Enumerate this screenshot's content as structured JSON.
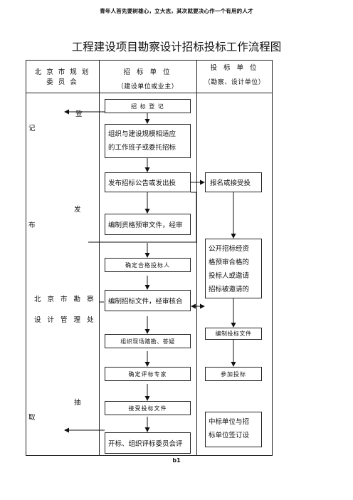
{
  "motto": "青年人首先要树雄心，立大志，其次就要决心作一个有用的人才",
  "title": "工程建设项目勘察设计招标投标工作流程图",
  "columns": {
    "left": "北 京 市 规 划\n委 员 会",
    "middle": "招 标 单 位",
    "middle_sub": "（建设单位或业主）",
    "right": "投 标 单 位",
    "right_sub": "（勘察、设计单位）"
  },
  "left_labels": {
    "register_a": "登",
    "register_b": "记",
    "publish_a": "发",
    "publish_b": "布",
    "dept_a": "北 京 市 勘 察",
    "dept_b": "设 计 管 理 处",
    "draw_a": "抽",
    "draw_b": "取"
  },
  "middle_steps": [
    "招 标 登 记",
    "组织与建设规模相适应\n的工作班子或委托招标",
    "发布招标公告或发出投",
    "编制资格预审文件，经审",
    "确定合格投标人",
    "编制招标文件，经审核合",
    "组织现场踏勘、答疑",
    "确定评标专家",
    "接受投标文件",
    "开标、组织评标委员会评"
  ],
  "right_steps": [
    "报名或接受投",
    "公开招标经资\n格预审合格的\n投标人或邀请\n招标被邀请的",
    "编制投标文件",
    "参加投标",
    "中标单位与招\n标单位签订设"
  ],
  "page_number": "b1"
}
